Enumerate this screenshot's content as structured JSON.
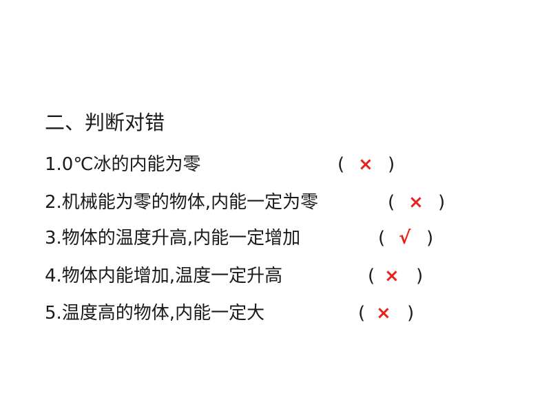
{
  "section": {
    "heading": "二、判断对错"
  },
  "accent_color": "#e8211b",
  "questions": [
    {
      "text": "1.0℃冰的内能为零",
      "open": "(",
      "answer": "×",
      "close": ")"
    },
    {
      "text": "2.机械能为零的物体,内能一定为零",
      "open": "(",
      "answer": "×",
      "close": ")"
    },
    {
      "text": "3.物体的温度升高,内能一定增加",
      "open": "(",
      "answer": "√",
      "close": ")"
    },
    {
      "text": "4.物体内能增加,温度一定升高",
      "open": "(",
      "answer": "×",
      "close": ")"
    },
    {
      "text": "5.温度高的物体,内能一定大",
      "open": "(",
      "answer": "×",
      "close": ")"
    }
  ]
}
